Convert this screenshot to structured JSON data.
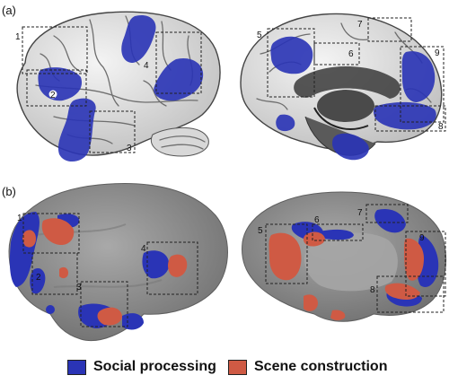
{
  "panels": {
    "a_label": "(a)",
    "b_label": "(b)"
  },
  "boxes_a": [
    "1",
    "2",
    "3",
    "4",
    "5",
    "6",
    "7",
    "8",
    "9"
  ],
  "boxes_b": [
    "1",
    "2",
    "3",
    "4",
    "5",
    "6",
    "7",
    "8",
    "9"
  ],
  "legend": {
    "social_label": "Social processing",
    "scene_label": "Scene construction"
  },
  "colors": {
    "social": "#2a34b6",
    "scene": "#cf5a44",
    "cortex": "#8e8e8e"
  }
}
